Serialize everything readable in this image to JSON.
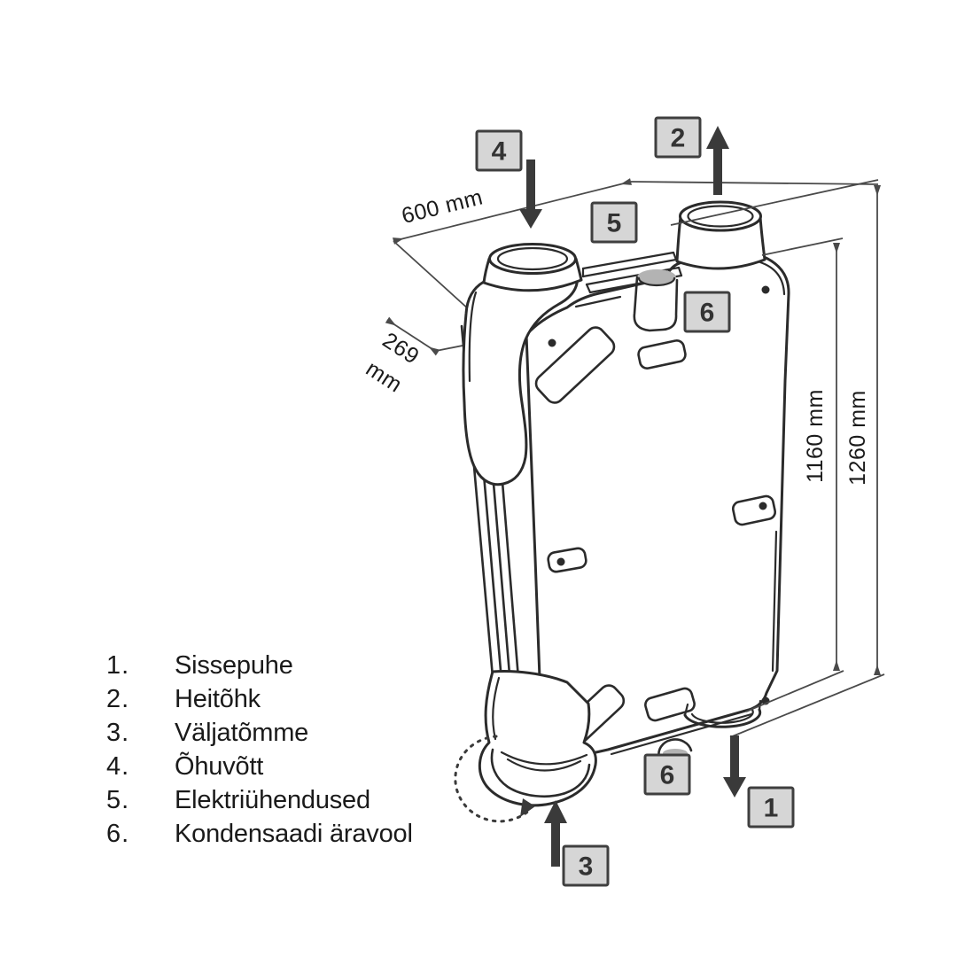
{
  "diagram": {
    "dimensions": {
      "width": "600 mm",
      "depth_value": "269",
      "depth_unit": "mm",
      "body_height": "1160 mm",
      "total_height": "1260 mm"
    },
    "callouts": {
      "c1": "1",
      "c2": "2",
      "c3": "3",
      "c4": "4",
      "c5": "5",
      "c6": "6"
    }
  },
  "legend": {
    "items": [
      {
        "num": "1.",
        "label": "Sissepuhe"
      },
      {
        "num": "2.",
        "label": "Heitõhk"
      },
      {
        "num": "3.",
        "label": "Väljatõmme"
      },
      {
        "num": "4.",
        "label": "Õhuvõtt"
      },
      {
        "num": "5.",
        "label": "Elektriühendused"
      },
      {
        "num": "6.",
        "label": "Kondensaadi äravool"
      }
    ]
  },
  "colors": {
    "background": "#ffffff",
    "line": "#2b2b2b",
    "dimension_line": "#4a4a4a",
    "callout_fill": "#d6d6d6",
    "callout_border": "#3f3f3f",
    "arrow": "#3a3a3a",
    "text": "#1a1a1a",
    "shade": "#b3b3b3"
  }
}
